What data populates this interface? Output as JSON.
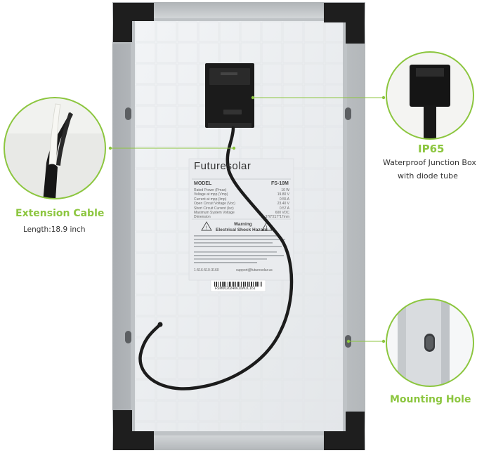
{
  "callouts": {
    "cable": {
      "title": "Extension Cable",
      "description": "Length:18.9 inch"
    },
    "junction_box": {
      "title": "IP65",
      "description_line1": "Waterproof Junction Box",
      "description_line2": "with diode tube"
    },
    "mounting_hole": {
      "title": "Mounting Hole"
    }
  },
  "label": {
    "brand": "Futuresolar",
    "model_heading": "MODEL",
    "model_value": "FS-10M",
    "specs": [
      {
        "name": "Rated Power (Pmax)",
        "value": "10 W"
      },
      {
        "name": "Voltage at mpp (Vmp)",
        "value": "19.80 V"
      },
      {
        "name": "Current at mpp (Imp)",
        "value": "0.55 A"
      },
      {
        "name": "Open Circuit Voltage (Voc)",
        "value": "23.40 V"
      },
      {
        "name": "Short Circuit Current (Isc)",
        "value": "0.57 A"
      },
      {
        "name": "Maximum System Voltage",
        "value": "600 VDC"
      },
      {
        "name": "Dimension",
        "value": "370*217*17mm"
      }
    ],
    "warning_title": "Warning",
    "warning_subtitle": "Electrical Shock Hazard",
    "phone": "1-516-510-3160",
    "email": "support@futuresolar.us",
    "serial": "FSM0020240610WJC161"
  },
  "colors": {
    "accent": "#8cc63f",
    "frame": "#c9ccce",
    "backsheet": "#eceff2",
    "corner": "#1e1e1e"
  }
}
